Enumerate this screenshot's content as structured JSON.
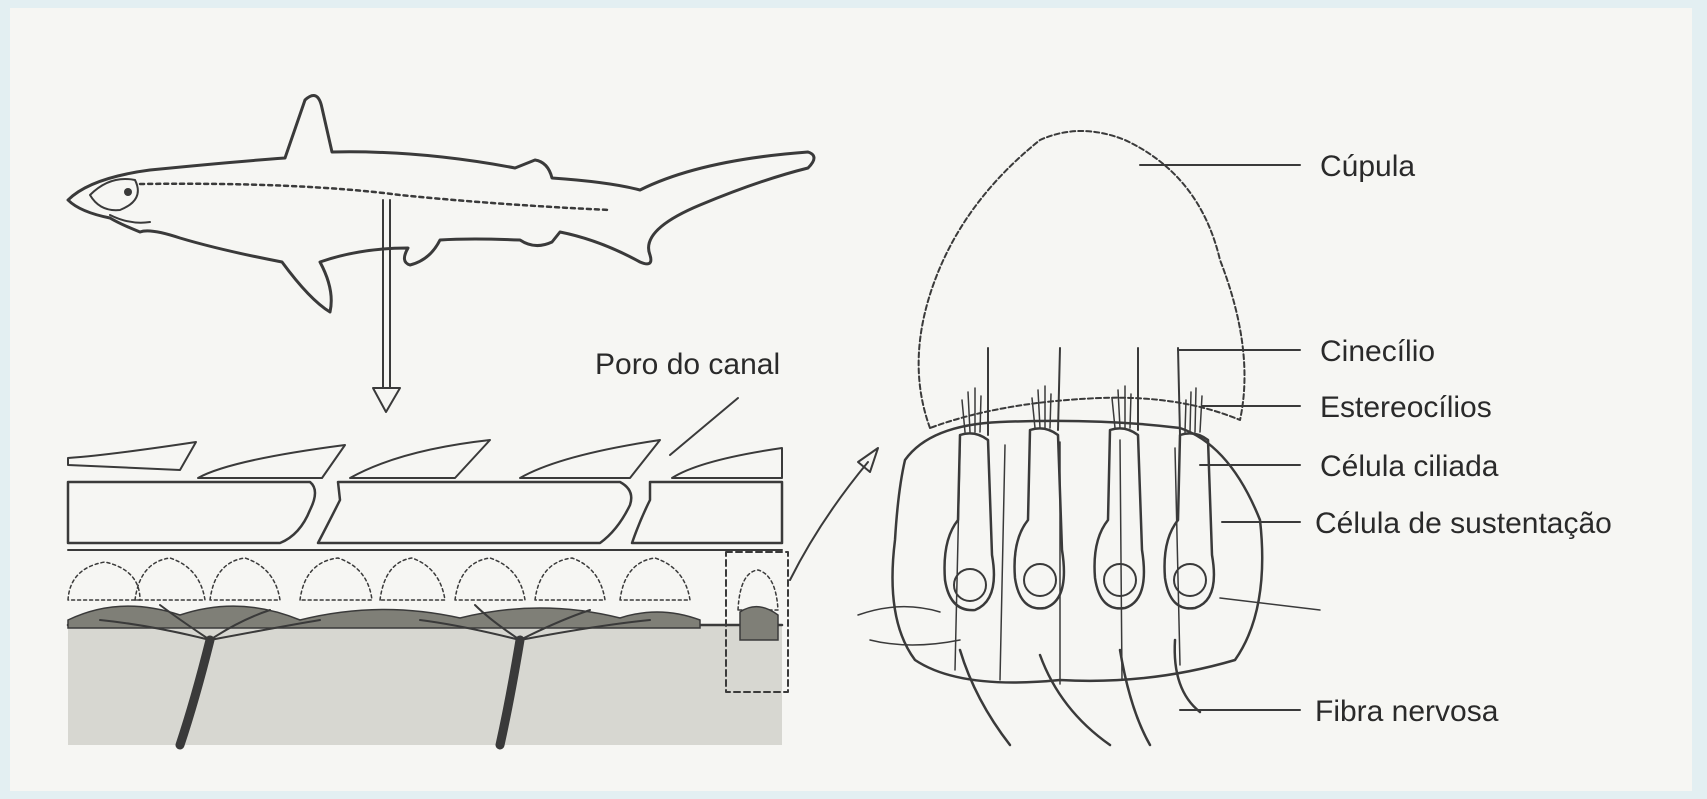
{
  "figure": {
    "labels": {
      "poro_do_canal": "Poro do canal",
      "cupula": "Cúpula",
      "cinecilio": "Cinecílio",
      "estereocilios": "Estereocílios",
      "celula_ciliada": "Célula ciliada",
      "celula_de_sustentacao": "Célula de sustentação",
      "fibra_nervosa": "Fibra nervosa"
    },
    "colors": {
      "background": "#e3eff2",
      "paper": "#f6f6f3",
      "ink": "#3a3a3a",
      "shading_light": "#cfcfc9",
      "shading_dark": "#8d8d85"
    }
  }
}
